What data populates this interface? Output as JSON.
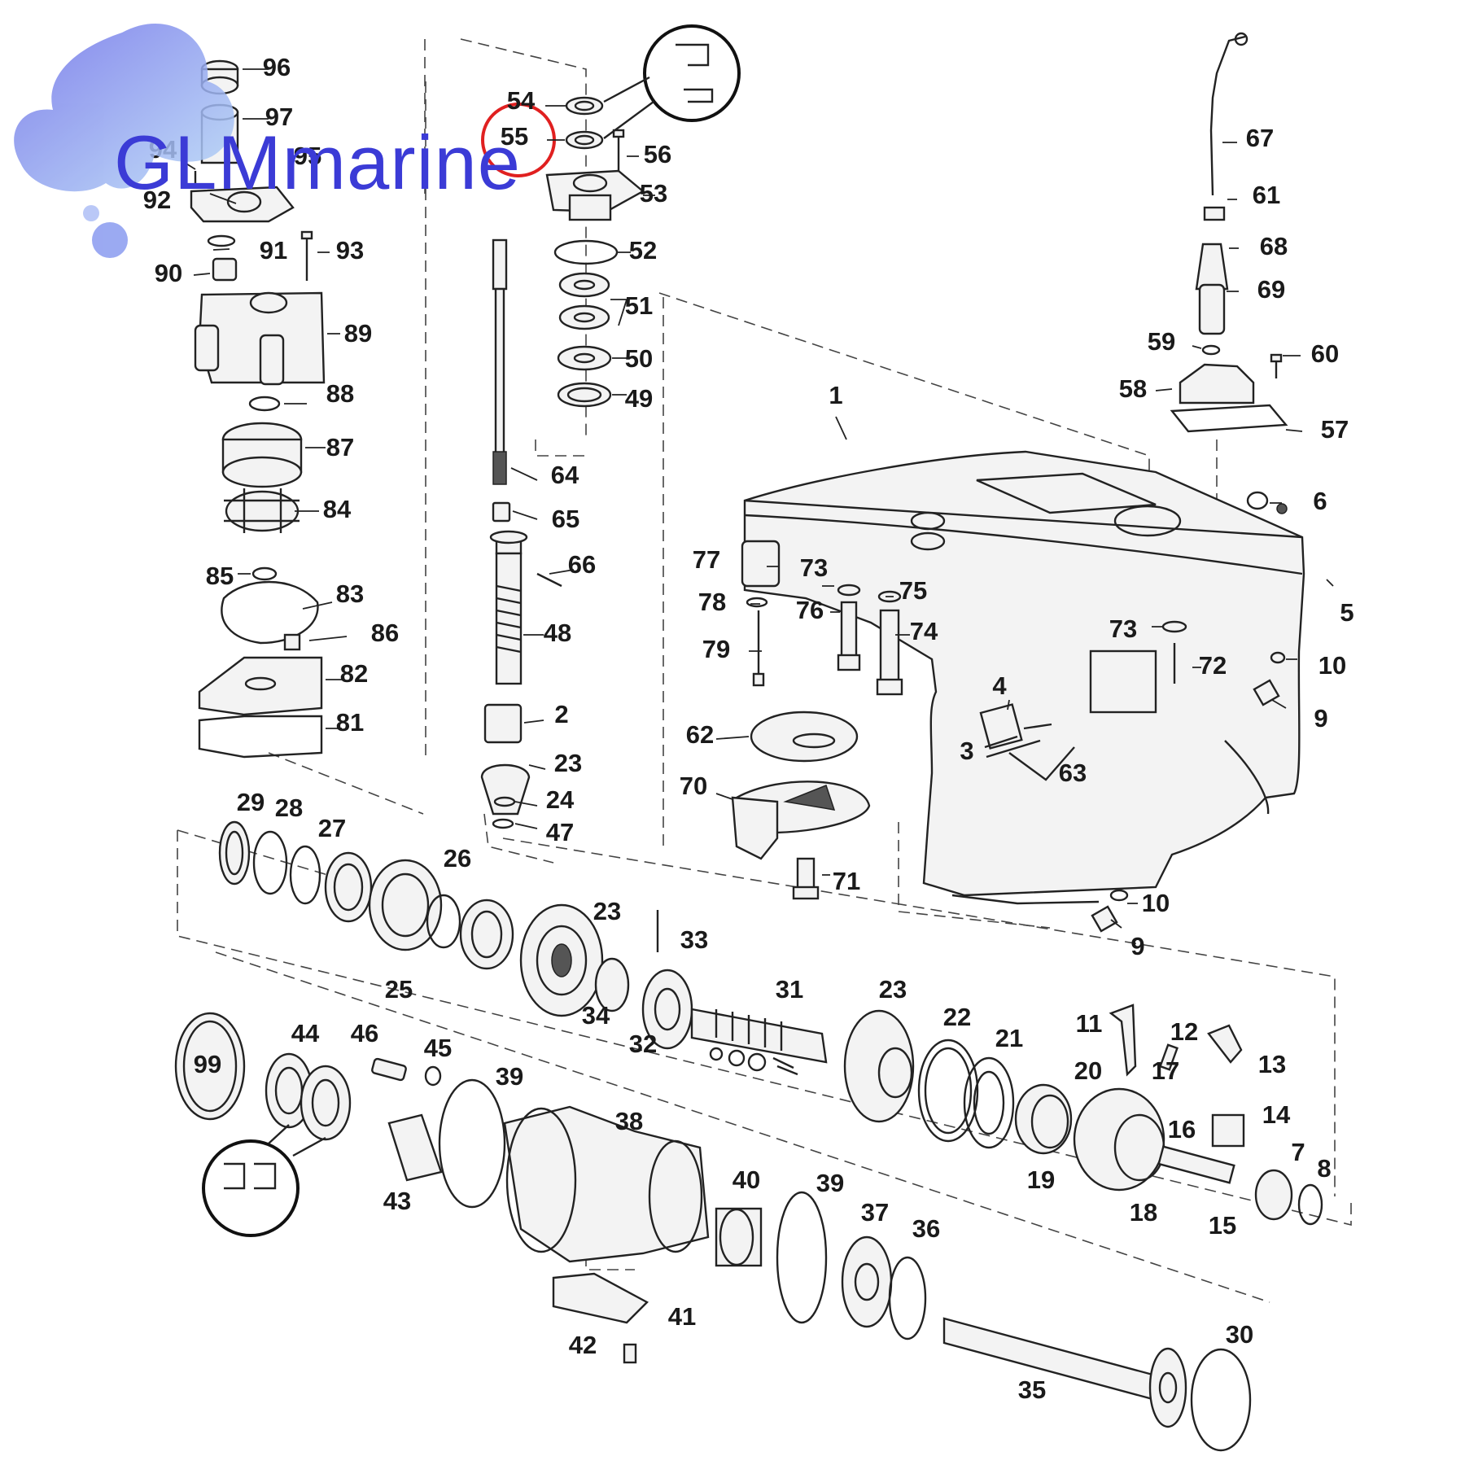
{
  "watermark": {
    "brand": "GLMmarine",
    "blob_color": "#7f8ff0",
    "text_color": "#3b3bd6"
  },
  "highlight": {
    "part": "55",
    "color": "#e02020"
  },
  "diagram": {
    "type": "exploded-parts-diagram",
    "labels": [
      "96",
      "97",
      "94",
      "95",
      "92",
      "91",
      "93",
      "90",
      "89",
      "88",
      "87",
      "84",
      "85",
      "83",
      "86",
      "82",
      "81",
      "54",
      "55",
      "56",
      "53",
      "52",
      "51",
      "50",
      "49",
      "64",
      "65",
      "66",
      "48",
      "2",
      "23",
      "24",
      "47",
      "67",
      "61",
      "68",
      "69",
      "59",
      "60",
      "58",
      "57",
      "1",
      "6",
      "5",
      "77",
      "73",
      "75",
      "78",
      "76",
      "74",
      "79",
      "73",
      "72",
      "10",
      "4",
      "9",
      "3",
      "63",
      "62",
      "70",
      "71",
      "10",
      "9",
      "29",
      "28",
      "27",
      "26",
      "25",
      "23",
      "33",
      "34",
      "32",
      "31",
      "23",
      "22",
      "21",
      "11",
      "12",
      "13",
      "20",
      "17",
      "16",
      "14",
      "19",
      "18",
      "15",
      "7",
      "8",
      "99",
      "44",
      "46",
      "45",
      "39",
      "38",
      "43",
      "40",
      "39",
      "37",
      "36",
      "41",
      "42",
      "35",
      "30"
    ]
  }
}
